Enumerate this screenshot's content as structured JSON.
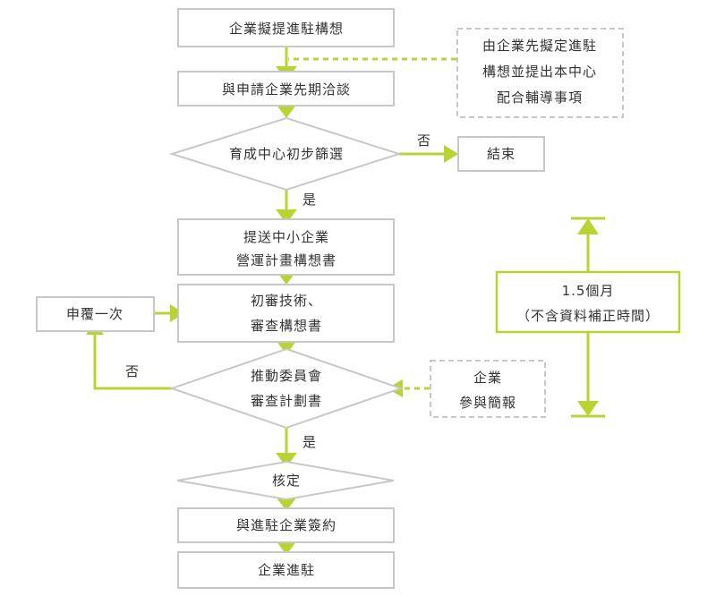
{
  "flow": {
    "step1": "企業擬提進駐構想",
    "note_top": [
      "由企業先擬定進駐",
      "構想並提出本中心",
      "配合輔導事項"
    ],
    "step2": "與申請企業先期洽談",
    "decision1": "育成中心初步篩選",
    "no1": "否",
    "end": "結束",
    "yes1": "是",
    "step3": [
      "提送中小企業",
      "營運計畫構想書"
    ],
    "step4": [
      "初審技術、",
      "審查構想書"
    ],
    "retry": "申覆一次",
    "no2": "否",
    "decision2": [
      "推動委員會",
      "審查計劃書"
    ],
    "note_bottom": [
      "企業",
      "參與簡報"
    ],
    "duration": [
      "1.5個月",
      "（不含資料補正時間）"
    ],
    "yes2": "是",
    "approve": "核定",
    "step5": "與進駐企業簽約",
    "step6": "企業進駐"
  },
  "colors": {
    "accent": "#b8d433",
    "border": "#c8c8c8",
    "text": "#333333"
  }
}
